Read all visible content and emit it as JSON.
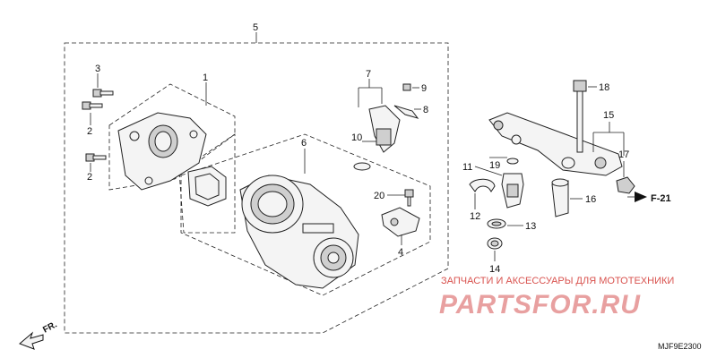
{
  "callouts": {
    "c1": "1",
    "c2a": "2",
    "c2b": "2",
    "c3": "3",
    "c4": "4",
    "c5": "5",
    "c6": "6",
    "c7": "7",
    "c8": "8",
    "c9": "9",
    "c10": "10",
    "c11": "11",
    "c12": "12",
    "c13": "13",
    "c14": "14",
    "c15": "15",
    "c16": "16",
    "c17": "17",
    "c18": "18",
    "c19": "19",
    "c20": "20"
  },
  "direction_label": "FR.",
  "reference_label": "F-21",
  "diagram_code": "MJF9E2300",
  "watermark": {
    "tagline": "ЗАПЧАСТИ И АКСЕССУАРЫ ДЛЯ МОТОТЕХНИКИ",
    "brand": "PARTSFOR.RU"
  },
  "colors": {
    "line": "#222222",
    "watermark": "#d9534f"
  }
}
